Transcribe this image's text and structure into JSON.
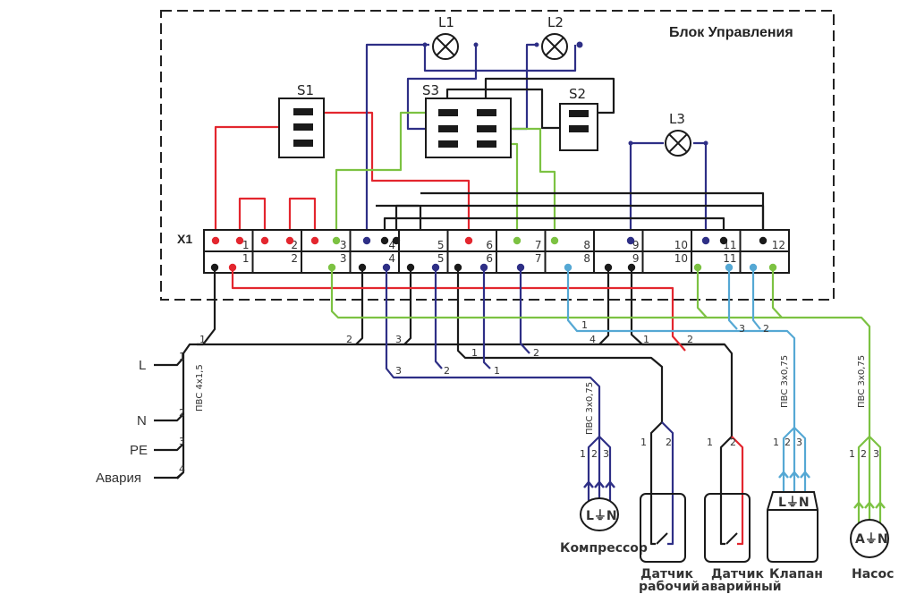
{
  "title": "Блок Управления",
  "terminal_block": {
    "label": "X1",
    "top_numbers": [
      "1",
      "2",
      "3",
      "4",
      "5",
      "6",
      "7",
      "8",
      "9",
      "10",
      "11",
      "12"
    ],
    "bottom_numbers": [
      "1",
      "2",
      "3",
      "4",
      "5",
      "6",
      "7",
      "8",
      "9",
      "10",
      "11",
      ""
    ]
  },
  "switches": [
    {
      "id": "S1",
      "label": "S1"
    },
    {
      "id": "S2",
      "label": "S2"
    },
    {
      "id": "S3",
      "label": "S3"
    }
  ],
  "lamps": [
    {
      "id": "L1",
      "label": "L1"
    },
    {
      "id": "L2",
      "label": "L2"
    },
    {
      "id": "L3",
      "label": "L3"
    }
  ],
  "power_inputs": {
    "cable": "ПВС 4х1,5",
    "lines": [
      {
        "label": "L",
        "num": "1"
      },
      {
        "label": "N",
        "num": "2"
      },
      {
        "label": "PE",
        "num": "3"
      },
      {
        "label": "Авария",
        "num": "4"
      }
    ]
  },
  "cable_compressor": "ПВС 3х0,75",
  "cable_valve": "ПВС 3х0,75",
  "cable_pump": "ПВС 3х0,75",
  "devices": {
    "compressor": {
      "label": "Компрессор",
      "symbol": "L⏚N",
      "wires": [
        "1",
        "2",
        "3"
      ]
    },
    "sensor_work": {
      "label_line1": "Датчик",
      "label_line2": "рабочий",
      "wires": [
        "1",
        "2"
      ]
    },
    "sensor_alarm": {
      "label_line1": "Датчик",
      "label_line2": "аварийный",
      "wires": [
        "1",
        "2"
      ]
    },
    "valve": {
      "label": "Клапан",
      "symbol": "L⏚N",
      "wires": [
        "1",
        "2",
        "3"
      ]
    },
    "pump": {
      "label": "Насос",
      "symbol": "A⏚N",
      "wires": [
        "1",
        "2",
        "3"
      ]
    }
  },
  "wire_marks": {
    "bus_power": [
      "1",
      "1",
      "2",
      "3",
      "4",
      "1",
      "2"
    ],
    "bus_blue": [
      "3",
      "2",
      "1"
    ],
    "bus_sensor": [
      "1",
      "2"
    ],
    "bus_cyan": [
      "1",
      "3",
      "2"
    ]
  },
  "colors": {
    "black": "#1a1a1a",
    "red": "#e3262e",
    "blue": "#2e2f86",
    "green": "#7cc242",
    "cyan": "#55a8d4"
  }
}
